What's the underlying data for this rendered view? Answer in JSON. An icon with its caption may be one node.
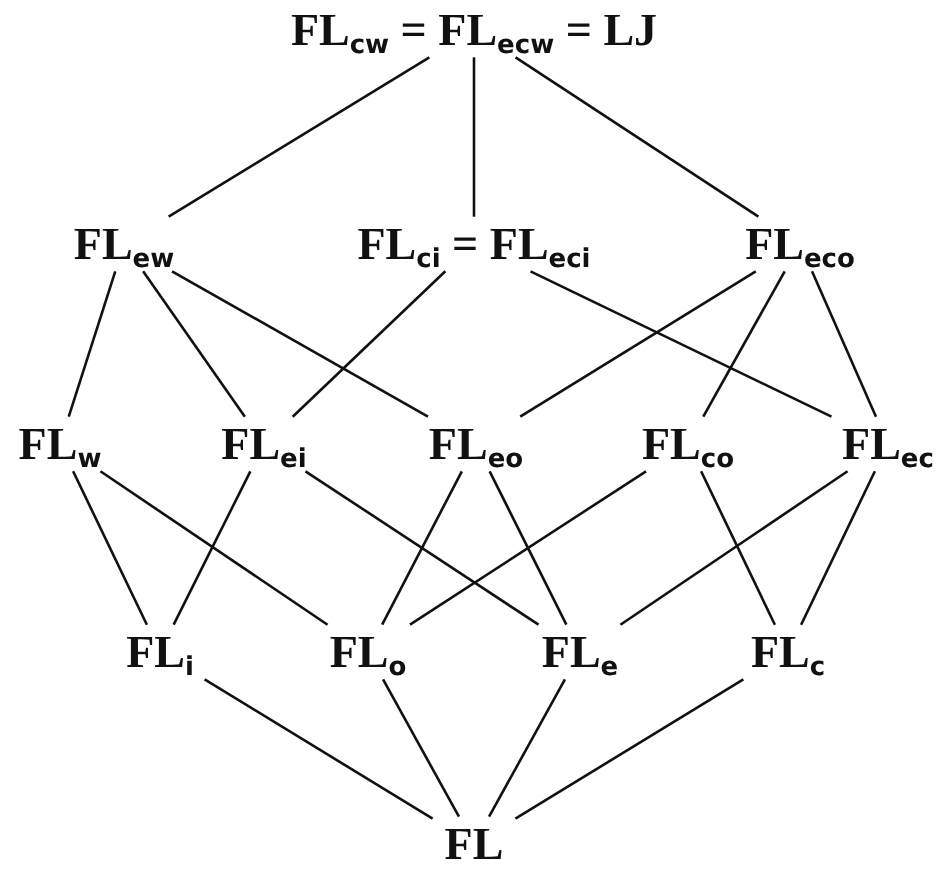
{
  "diagram": {
    "nodes": [
      {
        "text": [
          "FL$_{cw}$ = FL$_{ecw}$ = LJ"
        ]
      },
      {
        "text": [
          "FL$_{ew}$"
        ]
      },
      {
        "text": [
          "FL$_{ci}$ = FL$_{eci}$"
        ]
      },
      {
        "text": [
          "FL$_{eco}$"
        ]
      },
      {
        "text": [
          "FL$_{w}$"
        ]
      },
      {
        "text": [
          "FL$_{ei}$"
        ]
      },
      {
        "text": [
          "FL$_{eo}$"
        ]
      },
      {
        "text": [
          "FL$_{co}$"
        ]
      },
      {
        "text": [
          "FL$_{ec}$"
        ]
      },
      {
        "text": [
          "FL$_{i}$"
        ]
      },
      {
        "text": [
          "FL$_{o}$"
        ]
      },
      {
        "text": [
          "FL$_{e}$"
        ]
      },
      {
        "text": [
          "FL$_{c}$"
        ]
      },
      {
        "text": [
          "FL"
        ]
      }
    ],
    "edges": [
      {
        "from": 0,
        "to": 1,
        "arrow": "none"
      },
      {
        "from": 0,
        "to": 2,
        "arrow": "none"
      },
      {
        "from": 0,
        "to": 3,
        "arrow": "none"
      },
      {
        "from": 1,
        "to": 4,
        "arrow": "none"
      },
      {
        "from": 1,
        "to": 5,
        "arrow": "none"
      },
      {
        "from": 1,
        "to": 6,
        "arrow": "none"
      },
      {
        "from": 2,
        "to": 5,
        "arrow": "none"
      },
      {
        "from": 2,
        "to": 8,
        "arrow": "none"
      },
      {
        "from": 3,
        "to": 6,
        "arrow": "none"
      },
      {
        "from": 3,
        "to": 7,
        "arrow": "none"
      },
      {
        "from": 3,
        "to": 8,
        "arrow": "none"
      },
      {
        "from": 4,
        "to": 9,
        "arrow": "none"
      },
      {
        "from": 4,
        "to": 10,
        "arrow": "none"
      },
      {
        "from": 5,
        "to": 9,
        "arrow": "none"
      },
      {
        "from": 5,
        "to": 11,
        "arrow": "none"
      },
      {
        "from": 6,
        "to": 10,
        "arrow": "none"
      },
      {
        "from": 6,
        "to": 11,
        "arrow": "none"
      },
      {
        "from": 7,
        "to": 10,
        "arrow": "none"
      },
      {
        "from": 7,
        "to": 12,
        "arrow": "none"
      },
      {
        "from": 8,
        "to": 11,
        "arrow": "none"
      },
      {
        "from": 8,
        "to": 12,
        "arrow": "none"
      },
      {
        "from": 9,
        "to": 13,
        "arrow": "none"
      },
      {
        "from": 10,
        "to": 13,
        "arrow": "none"
      },
      {
        "from": 11,
        "to": 13,
        "arrow": "none"
      },
      {
        "from": 12,
        "to": 13,
        "arrow": "none"
      }
    ]
  }
}
